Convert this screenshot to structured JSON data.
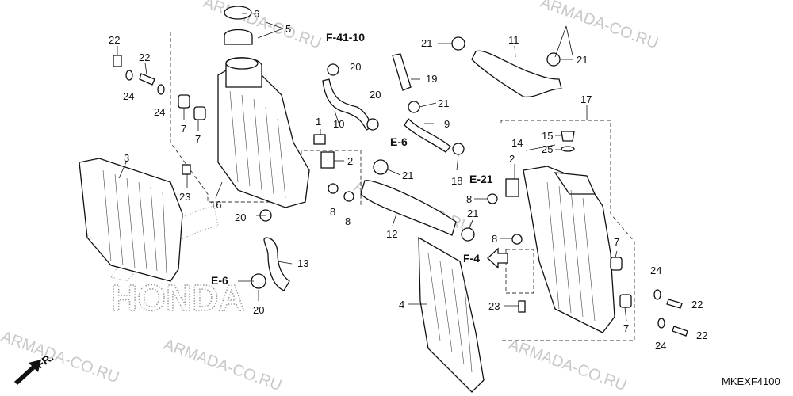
{
  "watermarks": [
    "ARMADA-CO.RU",
    "ARMADA-CO.RU",
    "ARMADA-CO.RU",
    "ARMADA-CO.RU",
    "ARMADA-CO.RU",
    "ARMADA-CO.RU"
  ],
  "brand_logo": "HONDA",
  "diagram_code": "MKEXF4100",
  "front_arrow": "FR.",
  "refs": {
    "f41_10": "F-41-10",
    "e6_top": "E-6",
    "e21": "E-21",
    "f4": "F-4",
    "e6_bottom": "E-6"
  },
  "parts": {
    "p1": "1",
    "p2a": "2",
    "p2b": "2",
    "p3": "3",
    "p4": "4",
    "p5": "5",
    "p6": "6",
    "p7a": "7",
    "p7b": "7",
    "p7c": "7",
    "p7d": "7",
    "p8a": "8",
    "p8b": "8",
    "p8c": "8",
    "p8d": "8",
    "p9": "9",
    "p10": "10",
    "p11": "11",
    "p12": "12",
    "p13": "13",
    "p14": "14",
    "p15": "15",
    "p16": "16",
    "p17": "17",
    "p18": "18",
    "p19": "19",
    "p20a": "20",
    "p20b": "20",
    "p20c": "20",
    "p20d": "20",
    "p21a": "21",
    "p21b": "21",
    "p21c": "21",
    "p21d": "21",
    "p21e": "21",
    "p22a": "22",
    "p22b": "22",
    "p22c": "22",
    "p22d": "22",
    "p23a": "23",
    "p23b": "23",
    "p24a": "24",
    "p24b": "24",
    "p24c": "24",
    "p24d": "24",
    "p25": "25"
  }
}
